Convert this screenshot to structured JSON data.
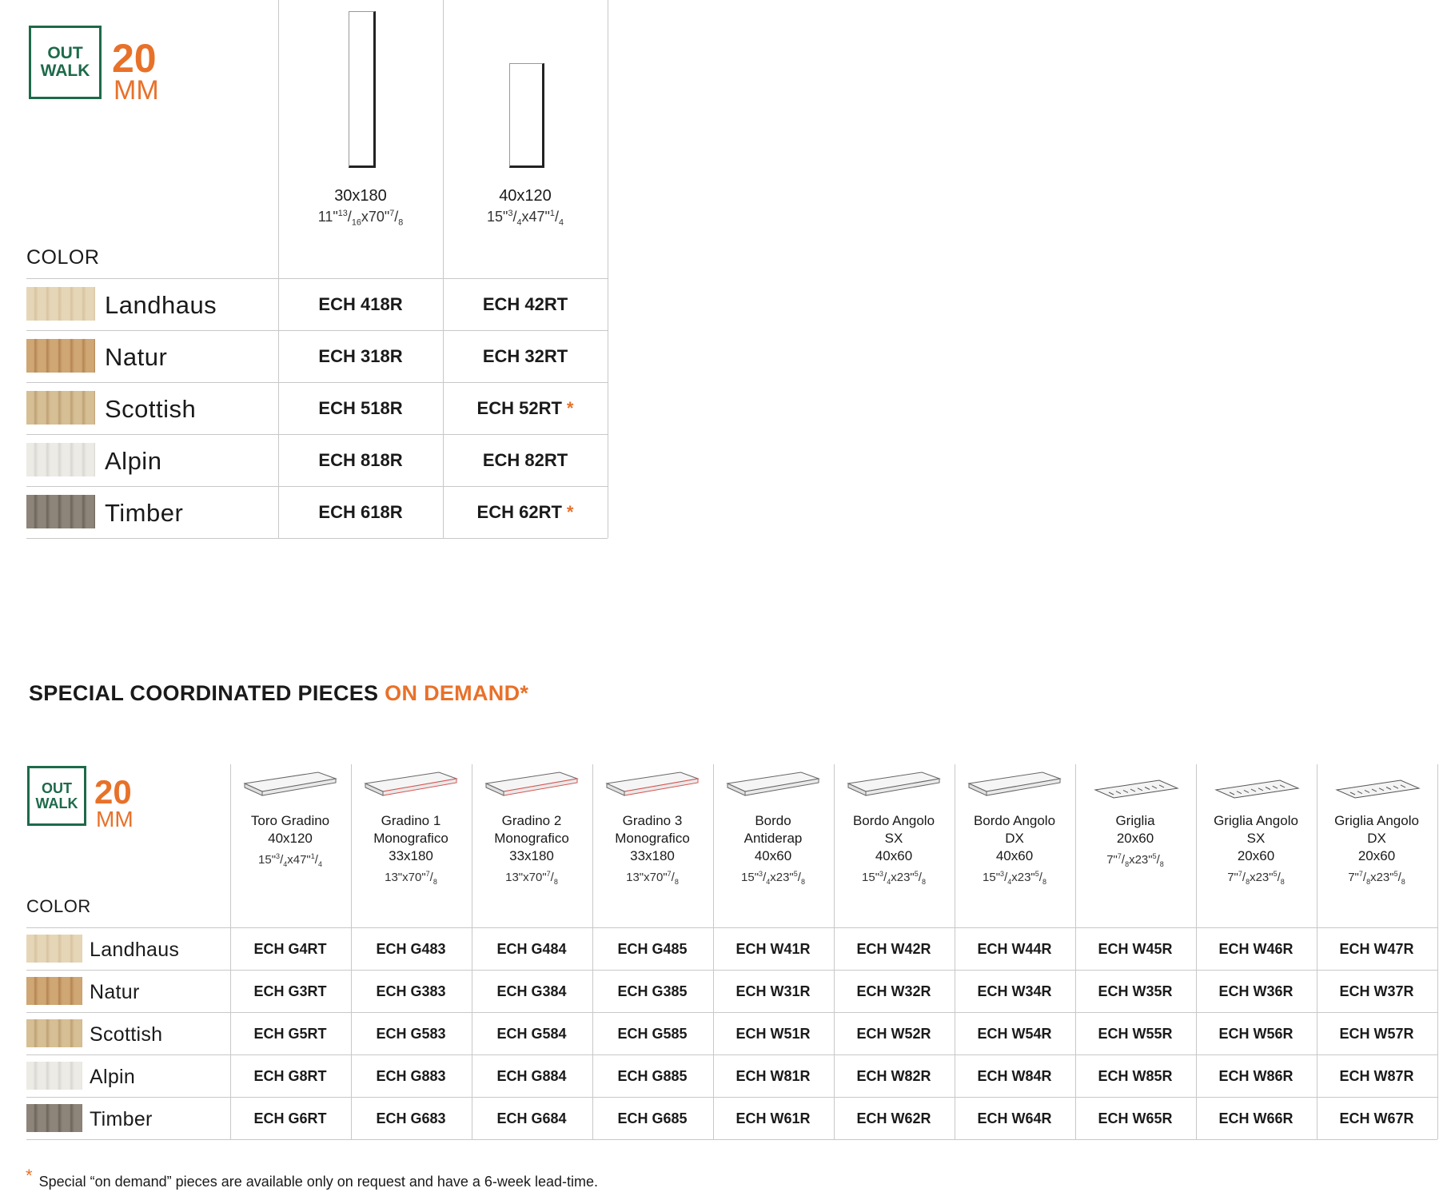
{
  "brand": {
    "logo_line1": "OUT",
    "logo_line2": "WALK",
    "thickness_value": "20",
    "thickness_unit": "MM",
    "brand_green": "#1d6a4a",
    "accent_orange": "#e8712a"
  },
  "table1": {
    "color_header": "COLOR",
    "sizes": [
      {
        "metric": "30x180",
        "imperial": "11\"13/16x70\"7/8"
      },
      {
        "metric": "40x120",
        "imperial": "15\"3/4x47\"1/4"
      }
    ],
    "rows": [
      {
        "name": "Landhaus",
        "codes": [
          "ECH 418R",
          "ECH 42RT"
        ],
        "marks": [
          "",
          ""
        ]
      },
      {
        "name": "Natur",
        "codes": [
          "ECH 318R",
          "ECH 32RT"
        ],
        "marks": [
          "",
          ""
        ]
      },
      {
        "name": "Scottish",
        "codes": [
          "ECH 518R",
          "ECH 52RT"
        ],
        "marks": [
          "",
          "*"
        ]
      },
      {
        "name": "Alpin",
        "codes": [
          "ECH 818R",
          "ECH 82RT"
        ],
        "marks": [
          "",
          ""
        ]
      },
      {
        "name": "Timber",
        "codes": [
          "ECH 618R",
          "ECH 62RT"
        ],
        "marks": [
          "",
          "*"
        ]
      }
    ]
  },
  "heading": {
    "main": "SPECIAL COORDINATED PIECES ",
    "accent": "ON DEMAND*"
  },
  "table2": {
    "color_header": "COLOR",
    "columns": [
      {
        "lines": [
          "Toro Gradino",
          "40x120"
        ],
        "imperial": "15\"3/4x47\"1/4",
        "icon": "toro-gradino-icon"
      },
      {
        "lines": [
          "Gradino 1",
          "Monografico",
          "33x180"
        ],
        "imperial": "13\"x70\"7/8",
        "icon": "gradino-1-icon"
      },
      {
        "lines": [
          "Gradino 2",
          "Monografico",
          "33x180"
        ],
        "imperial": "13\"x70\"7/8",
        "icon": "gradino-2-icon"
      },
      {
        "lines": [
          "Gradino 3",
          "Monografico",
          "33x180"
        ],
        "imperial": "13\"x70\"7/8",
        "icon": "gradino-3-icon"
      },
      {
        "lines": [
          "Bordo",
          "Antiderap",
          "40x60"
        ],
        "imperial": "15\"3/4x23\"5/8",
        "icon": "bordo-antiderap-icon"
      },
      {
        "lines": [
          "Bordo Angolo",
          "SX",
          "40x60"
        ],
        "imperial": "15\"3/4x23\"5/8",
        "icon": "bordo-angolo-sx-icon"
      },
      {
        "lines": [
          "Bordo Angolo",
          "DX",
          "40x60"
        ],
        "imperial": "15\"3/4x23\"5/8",
        "icon": "bordo-angolo-dx-icon"
      },
      {
        "lines": [
          "Griglia",
          "20x60"
        ],
        "imperial": "7\"7/8x23\"5/8",
        "icon": "griglia-icon"
      },
      {
        "lines": [
          "Griglia Angolo",
          "SX",
          "20x60"
        ],
        "imperial": "7\"7/8x23\"5/8",
        "icon": "griglia-angolo-sx-icon"
      },
      {
        "lines": [
          "Griglia Angolo",
          "DX",
          "20x60"
        ],
        "imperial": "7\"7/8x23\"5/8",
        "icon": "griglia-angolo-dx-icon"
      }
    ],
    "rows": [
      {
        "name": "Landhaus",
        "codes": [
          "ECH G4RT",
          "ECH G483",
          "ECH G484",
          "ECH G485",
          "ECH W41R",
          "ECH W42R",
          "ECH W44R",
          "ECH W45R",
          "ECH W46R",
          "ECH W47R"
        ]
      },
      {
        "name": "Natur",
        "codes": [
          "ECH G3RT",
          "ECH G383",
          "ECH G384",
          "ECH G385",
          "ECH W31R",
          "ECH W32R",
          "ECH W34R",
          "ECH W35R",
          "ECH W36R",
          "ECH W37R"
        ]
      },
      {
        "name": "Scottish",
        "codes": [
          "ECH G5RT",
          "ECH G583",
          "ECH G584",
          "ECH G585",
          "ECH W51R",
          "ECH W52R",
          "ECH W54R",
          "ECH W55R",
          "ECH W56R",
          "ECH W57R"
        ]
      },
      {
        "name": "Alpin",
        "codes": [
          "ECH G8RT",
          "ECH G883",
          "ECH G884",
          "ECH G885",
          "ECH W81R",
          "ECH W82R",
          "ECH W84R",
          "ECH W85R",
          "ECH W86R",
          "ECH W87R"
        ]
      },
      {
        "name": "Timber",
        "codes": [
          "ECH G6RT",
          "ECH G683",
          "ECH G684",
          "ECH G685",
          "ECH W61R",
          "ECH W62R",
          "ECH W64R",
          "ECH W65R",
          "ECH W66R",
          "ECH W67R"
        ]
      }
    ]
  },
  "swatch_colors": {
    "Landhaus": [
      "#e6d6b8",
      "#d8c39f"
    ],
    "Natur": [
      "#cfa774",
      "#b58552"
    ],
    "Scottish": [
      "#d6bf94",
      "#bfa175"
    ],
    "Alpin": [
      "#ecebe6",
      "#d9d7d0"
    ],
    "Timber": [
      "#8d857a",
      "#6d655a"
    ]
  },
  "footnote": {
    "mark": "*",
    "text": "Special “on demand” pieces are available only on request and have a 6-week lead-time."
  }
}
